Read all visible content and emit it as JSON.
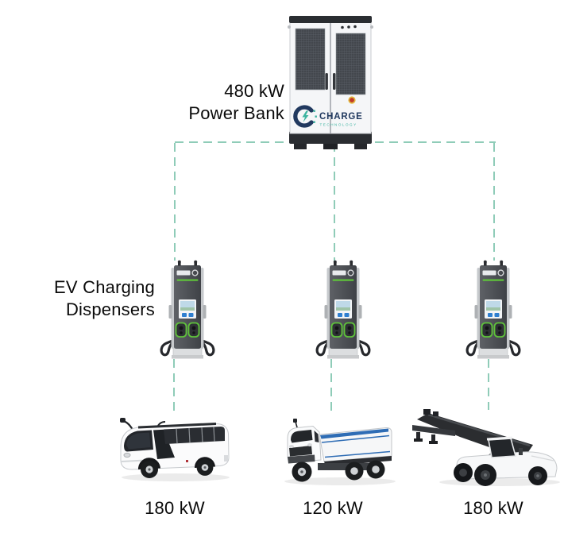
{
  "power_bank": {
    "label_line1": "480 kW",
    "label_line2": "Power Bank",
    "illustration": "battery-power-bank-cabinet",
    "logo": {
      "name": "CHARGE",
      "tagline": "TECHNOLOGY"
    }
  },
  "dispensers": {
    "label_line1": "EV Charging",
    "label_line2": "Dispensers",
    "count": 3,
    "illustration": "dc-fast-charging-dispenser"
  },
  "vehicles": [
    {
      "type": "electric-bus",
      "power": "180 kW"
    },
    {
      "type": "electric-dump-truck",
      "power": "120 kW"
    },
    {
      "type": "electric-reach-stacker",
      "power": "180 kW"
    }
  ],
  "colors": {
    "connector_dash": "#8fccb8",
    "logo_navy": "#21395f",
    "logo_teal": "#3cb4a0",
    "dispenser_green": "#5fc23b",
    "truck_stripe_blue": "#2f6db5"
  }
}
